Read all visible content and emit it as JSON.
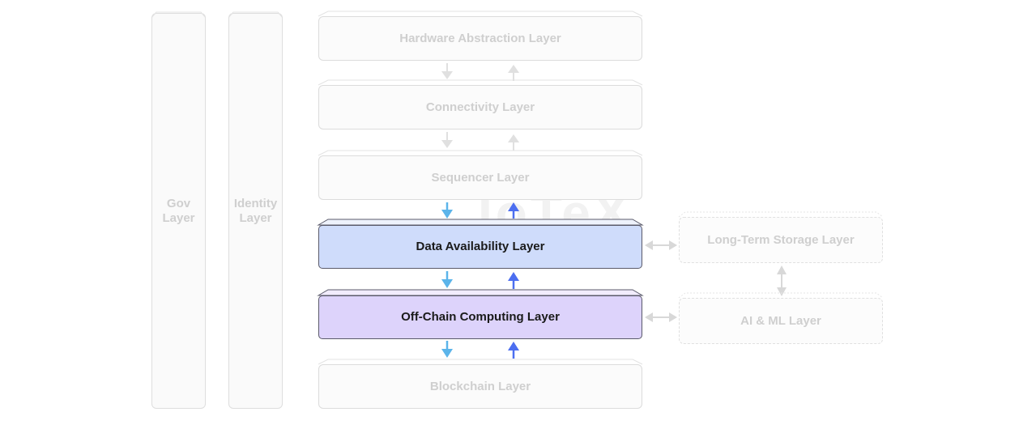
{
  "side_columns": {
    "gov": "Gov\nLayer",
    "identity": "Identity\nLayer"
  },
  "layers": {
    "hardware": "Hardware Abstraction Layer",
    "connectivity": "Connectivity Layer",
    "sequencer": "Sequencer Layer",
    "data_availability": "Data Availability Layer",
    "off_chain": "Off-Chain Computing Layer",
    "blockchain": "Blockchain Layer"
  },
  "side_layers": {
    "long_term_storage": "Long-Term Storage Layer",
    "ai_ml": "AI & ML Layer"
  },
  "watermark": "IoTeX",
  "colors": {
    "data_availability_fill": "#cfdcfb",
    "off_chain_fill": "#ddd3fb",
    "arrow_down": "#5bb4ea",
    "arrow_up": "#4c6ef0",
    "faded_arrow": "#e0e0e0"
  }
}
